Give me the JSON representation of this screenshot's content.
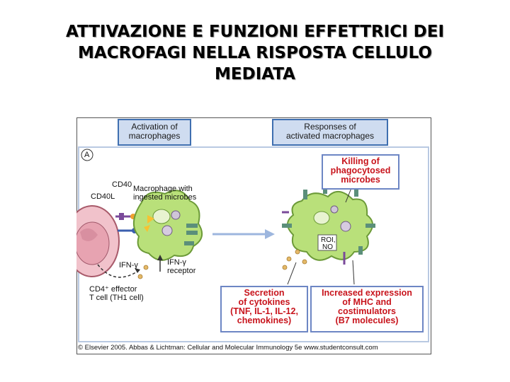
{
  "title": {
    "line1": "ATTIVAZIONE E FUNZIONI EFFETTRICI DEI",
    "line2": "MACROFAGI NELLA RISPOSTA CELLULO",
    "line3": "MEDIATA"
  },
  "figure": {
    "panel_letter": "A",
    "header_activation": {
      "line1": "Activation of",
      "line2": "macrophages"
    },
    "header_responses": {
      "line1": "Responses of",
      "line2": "activated macrophages"
    },
    "labels": {
      "cd40": "CD40",
      "cd40l": "CD40L",
      "macrophage_line1": "Macrophage with",
      "macrophage_line2": "ingested microbes",
      "ifn_gamma": "IFN-γ",
      "ifn_receptor_line1": "IFN-γ",
      "ifn_receptor_line2": "receptor",
      "tcell_line1": "CD4⁺ effector",
      "tcell_line2": "T cell (TH1 cell)",
      "roi_no_line1": "ROI,",
      "roi_no_line2": "NO"
    },
    "killing_box": {
      "line1": "Killing of",
      "line2": "phagocytosed",
      "line3": "microbes"
    },
    "secretion_box": {
      "line1": "Secretion",
      "line2": "of cytokines",
      "line3": "(TNF, IL-1, IL-12,",
      "line4": "chemokines)"
    },
    "expression_box": {
      "line1": "Increased expression",
      "line2": "of MHC and",
      "line3": "costimulators",
      "line4": "(B7 molecules)"
    },
    "copyright": "© Elsevier 2005. Abbas & Lichtman: Cellular and Molecular Immunology 5e www.studentconsult.com"
  },
  "colors": {
    "macrophage": "#b9e07a",
    "tcell": "#f3c8cf",
    "header_fill": "#cfdcf0",
    "header_border": "#3f6fb0",
    "box_text_red": "#c8141c",
    "arrow_blue": "#9db6de",
    "receptor_green": "#5b8f7a"
  }
}
